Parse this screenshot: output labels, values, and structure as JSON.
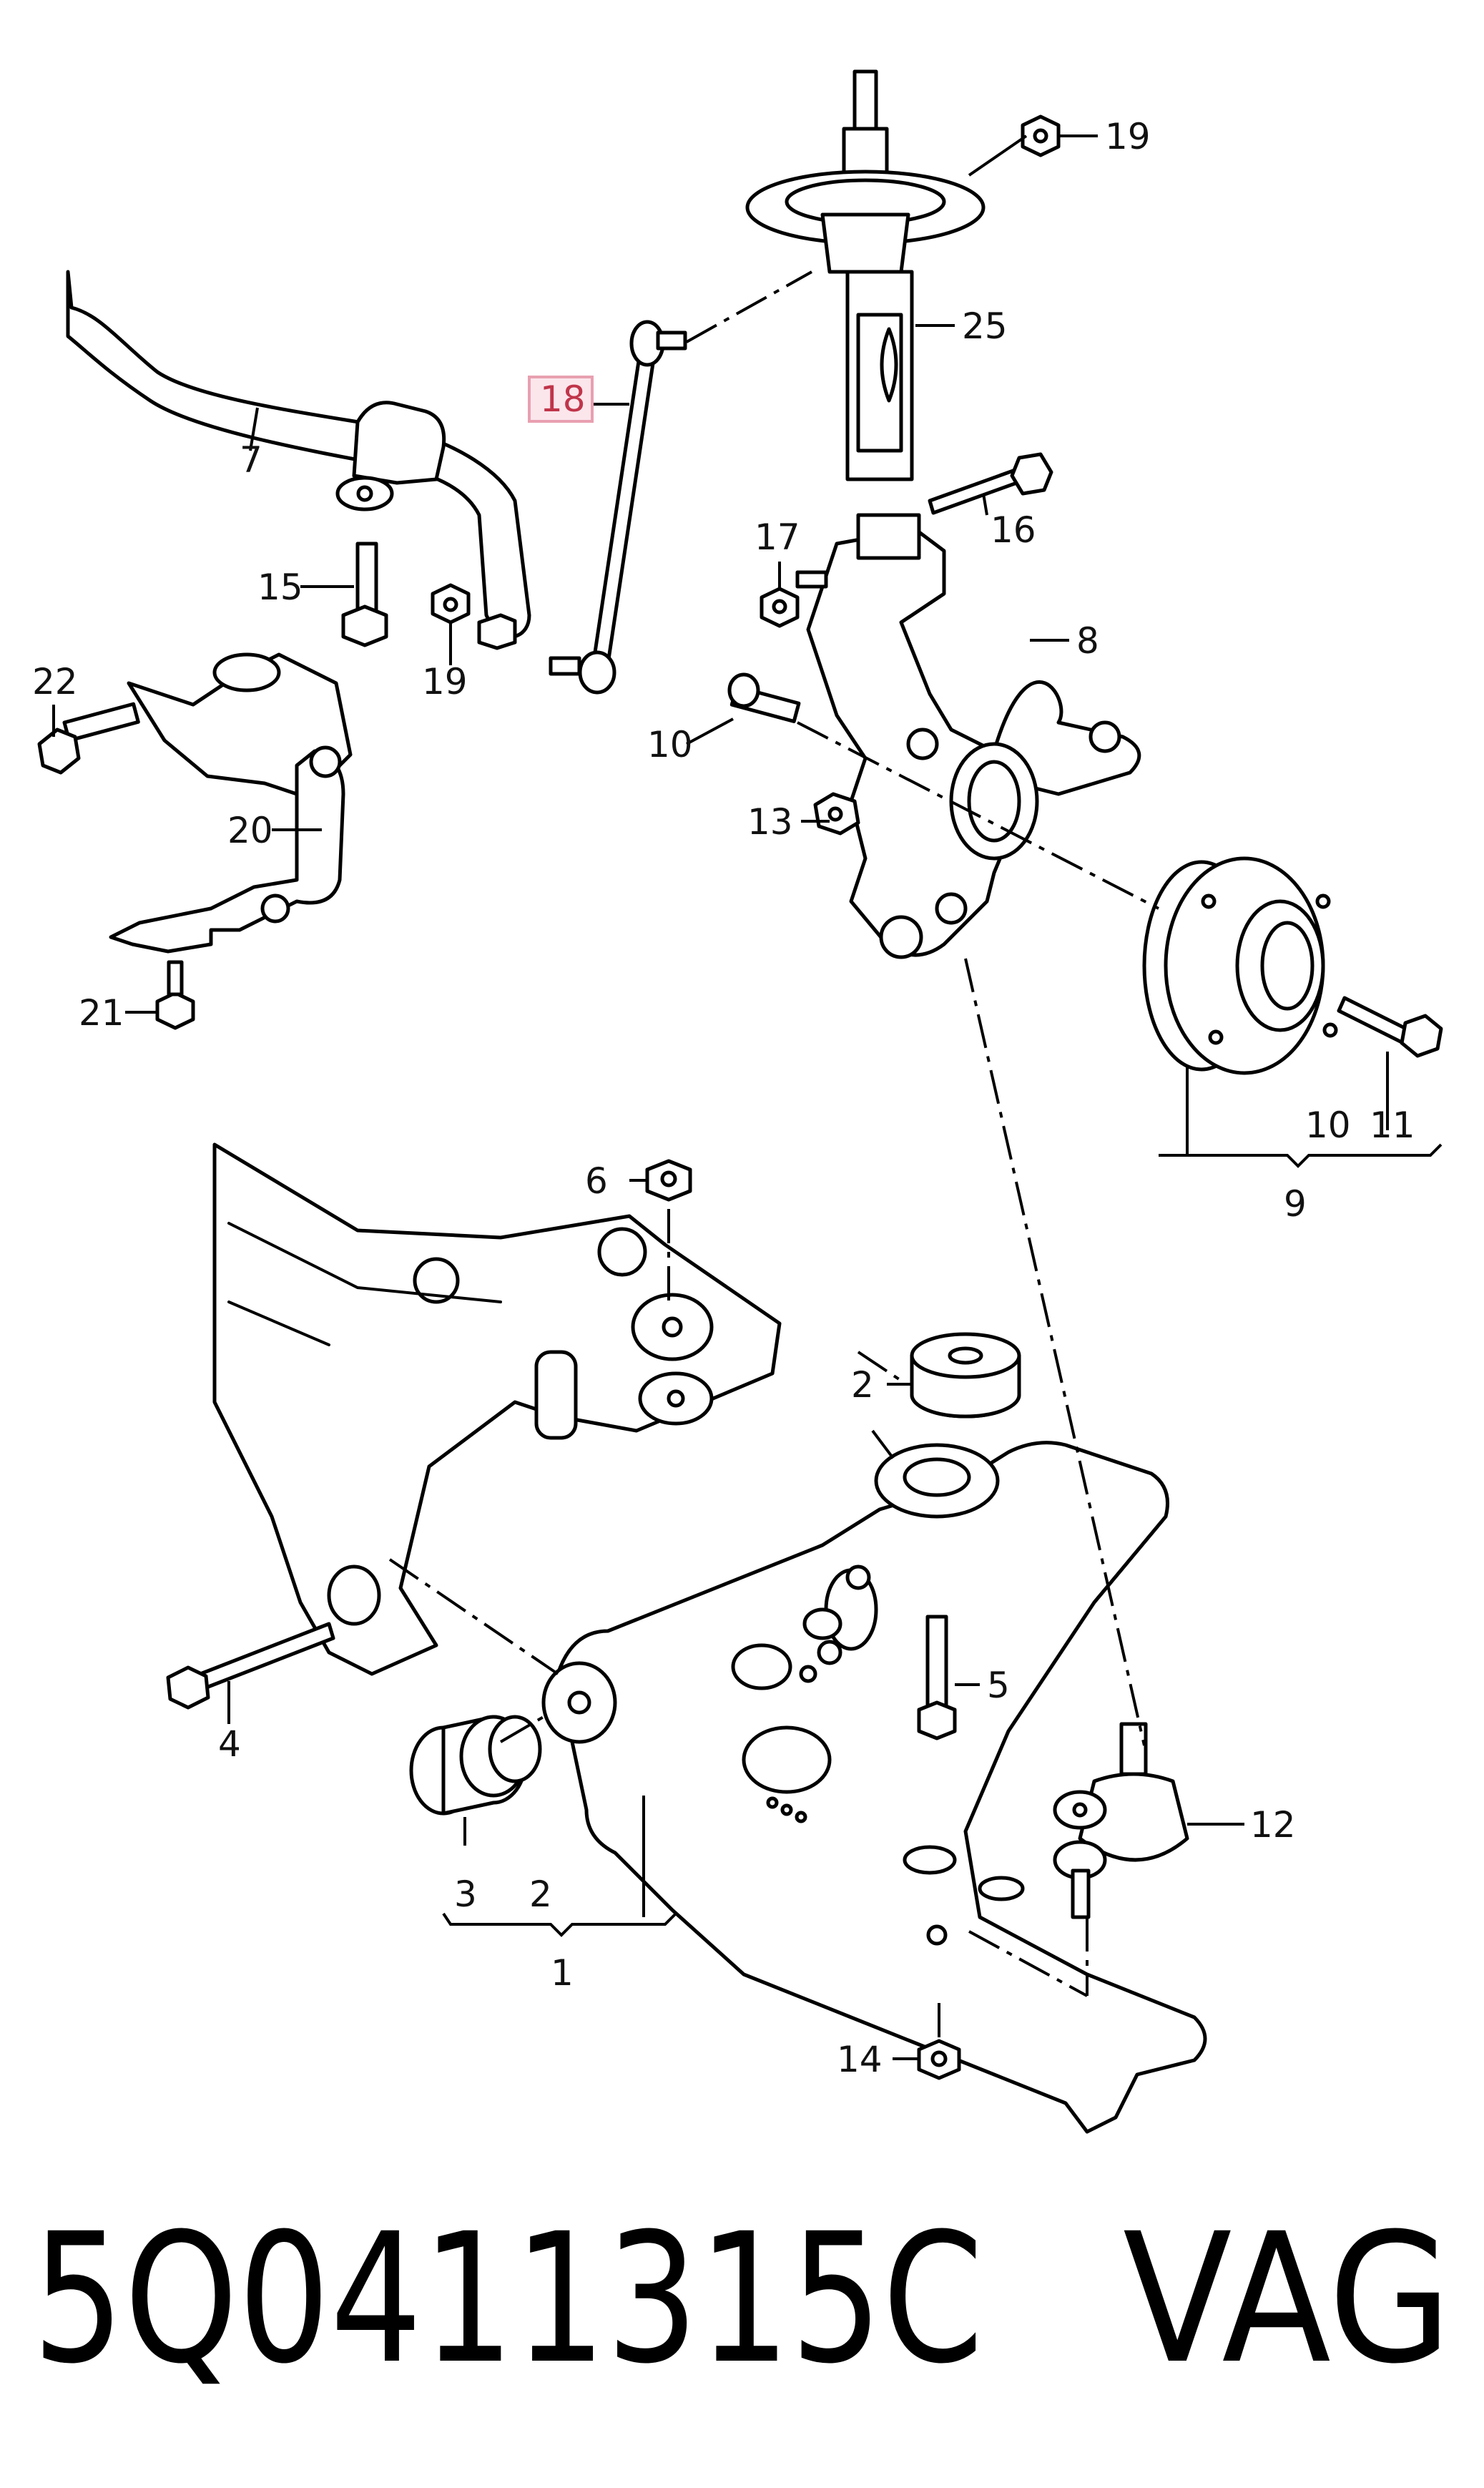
{
  "labels": {
    "l1": "1",
    "l2a": "2",
    "l2b": "2",
    "l3": "3",
    "l4": "4",
    "l5": "5",
    "l6": "6",
    "l7": "7",
    "l8": "8",
    "l9": "9",
    "l10a": "10",
    "l10b": "10",
    "l11": "11",
    "l12": "12",
    "l13": "13",
    "l14": "14",
    "l15": "15",
    "l16": "16",
    "l17": "17",
    "l18": "18",
    "l19a": "19",
    "l19b": "19",
    "l20": "20",
    "l21": "21",
    "l22": "22",
    "l25": "25"
  },
  "highlight": {
    "color": "#e8a0b0",
    "fill": "#fbe6ec",
    "part": "18"
  },
  "footer": {
    "part_number": "5Q0411315C",
    "brand": "VAG"
  }
}
